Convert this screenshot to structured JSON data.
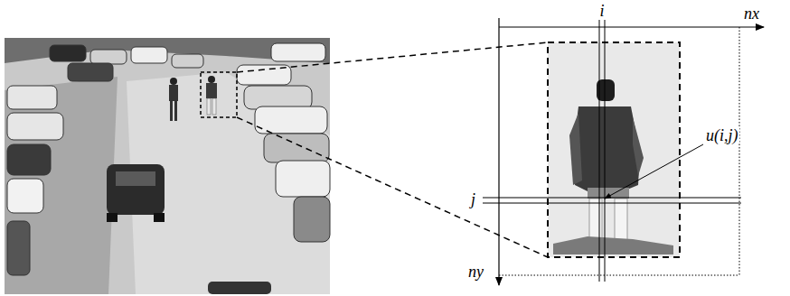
{
  "diagram": {
    "labels": [
      "i",
      "nx",
      "u(i,j)",
      "j",
      "ny"
    ]
  }
}
